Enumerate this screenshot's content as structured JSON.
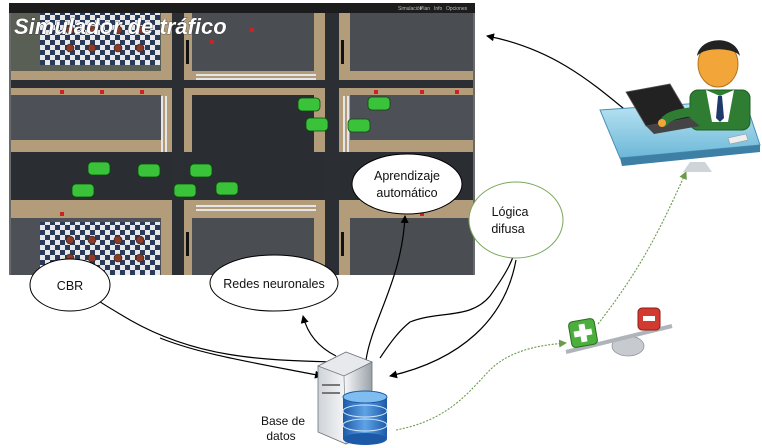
{
  "simulator": {
    "title": "Simulador de tráfico",
    "window_controls": [
      "Simulación",
      "Plan",
      "Info",
      "Opciones"
    ]
  },
  "nodes": {
    "cbr": "CBR",
    "neural": "Redes neuronales",
    "ml_line1": "Aprendizaje",
    "ml_line2": "automático",
    "fuzzy_line1": "Lógica",
    "fuzzy_line2": "difusa",
    "db_line1": "Base de",
    "db_line2": "datos"
  },
  "colors": {
    "ellipse_border_black": "#000000",
    "ellipse_border_green": "#7aa85a",
    "green_arrow": "#6a9a4a",
    "black_arrow": "#000000",
    "car": "#39c23a",
    "plus_box": "#4cae3c",
    "minus_box": "#d23a2f"
  }
}
